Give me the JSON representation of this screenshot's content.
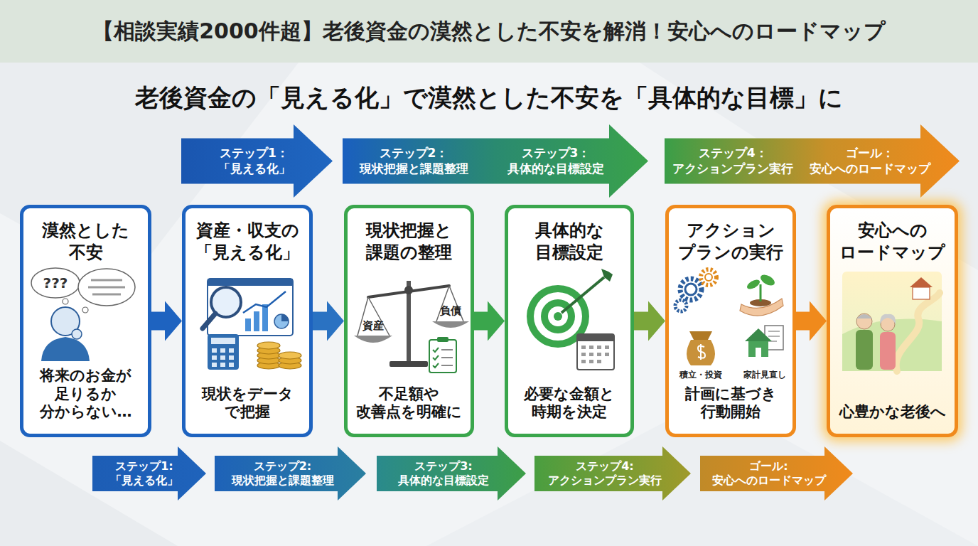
{
  "diagram": {
    "title": "【相談実績2000件超】老後資金の漠然とした不安を解消！安心へのロードマップ",
    "nodes": [
      {
        "text": [
          "ステップ1： 「見える化」"
        ]
      },
      {
        "text": [
          "ステップ2： 現状把握と課題整理",
          "ステップ3： 具体的な目標設定"
        ]
      },
      {
        "text": [
          "ステップ4： アクションプラン実行",
          "ゴール： 安心へのロードマップ"
        ]
      },
      {
        "text": [
          "漠然とした 不安",
          "将来のお金が 足りるか 分からない…"
        ]
      },
      {
        "text": [
          "資産・収支の 「見える化」",
          "現状をデータ で把握"
        ]
      },
      {
        "text": [
          "現状把握と 課題の整理",
          "不足額や 改善点を明確に"
        ]
      },
      {
        "text": [
          "具体的な 目標設定",
          "必要な金額と 時期を決定"
        ]
      },
      {
        "text": [
          "アクション プランの実行",
          "計画に基づき 行動開始"
        ]
      },
      {
        "text": [
          "安心への ロードマップ",
          "心豊かな老後へ"
        ]
      },
      {
        "text": [
          "ステップ1: 「見える化」"
        ]
      },
      {
        "text": [
          "ステップ2: 現状把握と課題整理"
        ]
      },
      {
        "text": [
          "ステップ3: 具体的な目標設定"
        ]
      },
      {
        "text": [
          "ステップ4: アクションプラン実行"
        ]
      },
      {
        "text": [
          "ゴール: 安心へのロードマップ"
        ]
      }
    ],
    "edges": [
      {
        "from": 3,
        "to": 4,
        "arrow": "to"
      },
      {
        "from": 4,
        "to": 5,
        "arrow": "to"
      },
      {
        "from": 5,
        "to": 6,
        "arrow": "to"
      },
      {
        "from": 6,
        "to": 7,
        "arrow": "to"
      },
      {
        "from": 7,
        "to": 8,
        "arrow": "to"
      }
    ],
    "labels": [
      "老後資金の「見える化」で漠然とした不安を「具体的な目標」に",
      "???",
      "資産",
      "負債",
      "積立・投資",
      "家計見直し"
    ]
  }
}
